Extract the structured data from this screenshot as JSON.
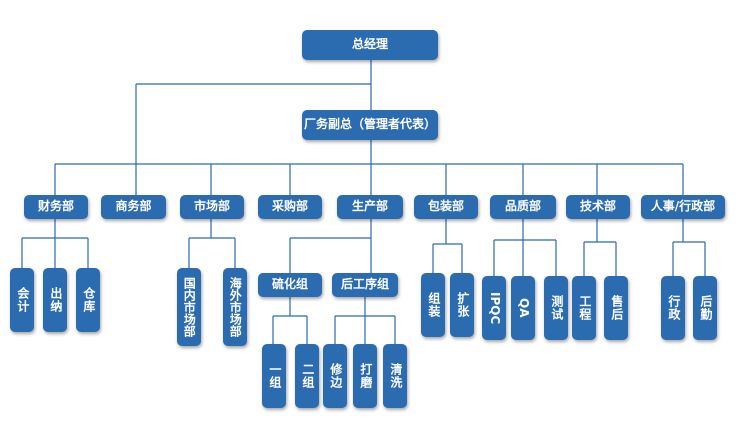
{
  "nodes": {
    "gm": "总经理",
    "deputy": "厂务副总（管理者代表）",
    "finance": "财务部",
    "business": "商务部",
    "market": "市场部",
    "purchase": "采购部",
    "production": "生产部",
    "packaging": "包装部",
    "quality": "品质部",
    "tech": "技术部",
    "hr": "人事/行政部",
    "accounting": "会计",
    "cashier": "出纳",
    "warehouse": "仓库",
    "domestic": "国内市场部",
    "overseas": "海外市场部",
    "vulcan": "硫化组",
    "post": "后工序组",
    "g1": "一组",
    "g2": "二组",
    "trim": "修边",
    "polish": "打磨",
    "clean": "清洗",
    "assembly": "组装",
    "expand": "扩张",
    "ipqc": "IPQC",
    "qa": "QA",
    "test": "测试",
    "engineering": "工程",
    "aftersales": "售后",
    "admin": "行政",
    "logistics": "后勤"
  },
  "colors": {
    "box": "#2b6bb0",
    "line": "#2b6bb0",
    "text": "#ffffff"
  }
}
